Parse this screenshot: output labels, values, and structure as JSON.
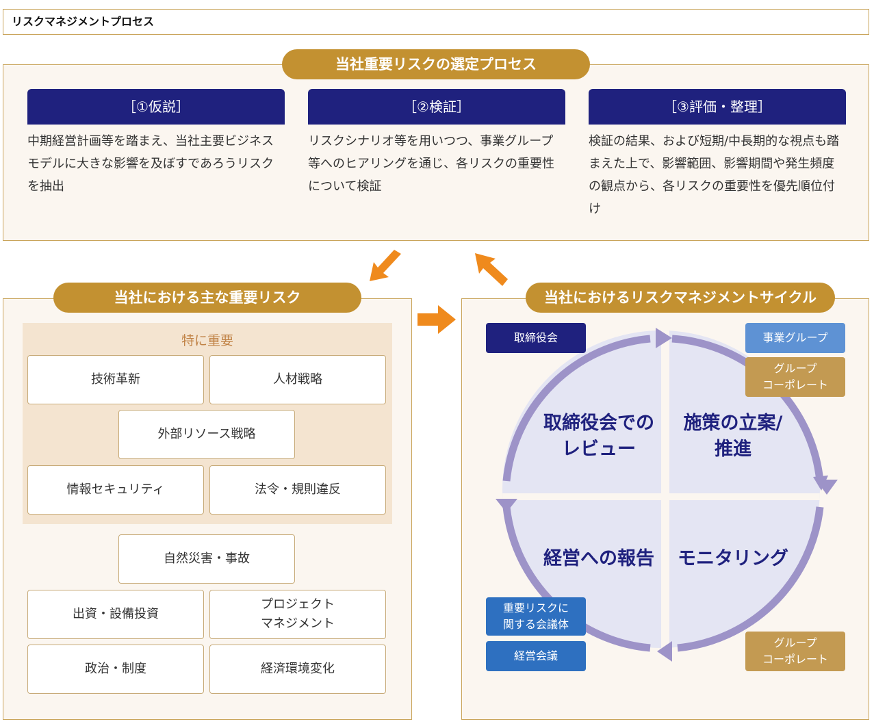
{
  "header": {
    "title": "リスクマネジメントプロセス"
  },
  "selection": {
    "title": "当社重要リスクの選定プロセス",
    "steps": [
      {
        "label": "［①仮説］",
        "text": "中期経営計画等を踏まえ、当社主要ビジネスモデルに大きな影響を及ぼすであろうリスクを抽出"
      },
      {
        "label": "［②検証］",
        "text": "リスクシナリオ等を用いつつ、事業グループ等へのヒアリングを通じ、各リスクの重要性について検証"
      },
      {
        "label": "［③評価・整理］",
        "text": "検証の結果、および短期/中長期的な視点も踏まえた上で、影響範囲、影響期間や発生頻度の観点から、各リスクの重要性を優先順位付け"
      }
    ]
  },
  "risks": {
    "title": "当社における主な重要リスク",
    "highlight_label": "特に重要",
    "important": [
      "技術革新",
      "人材戦略",
      "外部リソース戦略",
      "情報セキュリティ",
      "法令・規則違反"
    ],
    "others": [
      "自然災害・事故",
      "出資・設備投資",
      "プロジェクト\nマネジメント",
      "政治・制度",
      "経済環境変化"
    ]
  },
  "cycle": {
    "title": "当社におけるリスクマネジメントサイクル",
    "quadrants": {
      "top_left": "取締役会での\nレビュー",
      "top_right": "施策の立案/\n推進",
      "bottom_left": "経営への報告",
      "bottom_right": "モニタリング"
    },
    "tags": {
      "board": "取締役会",
      "business_group": "事業グループ",
      "group_corporate_top": "グループ\nコーポレート",
      "risk_council": "重要リスクに\n関する会議体",
      "management_meeting": "経営会議",
      "group_corporate_bottom": "グループ\nコーポレート"
    }
  },
  "colors": {
    "gold": "#c39131",
    "navy": "#1f217e",
    "orange_arrow": "#ef8a1d",
    "cycle_arrow": "#9d93c8",
    "quadrant_fill": "#e4e5f3",
    "zone_fill": "#f4e4d0",
    "panel_fill": "#fbf6f0"
  },
  "icons": [
    "arrow-down-left-icon",
    "arrow-up-left-icon",
    "arrow-right-icon",
    "cycle-arrow-icon"
  ]
}
